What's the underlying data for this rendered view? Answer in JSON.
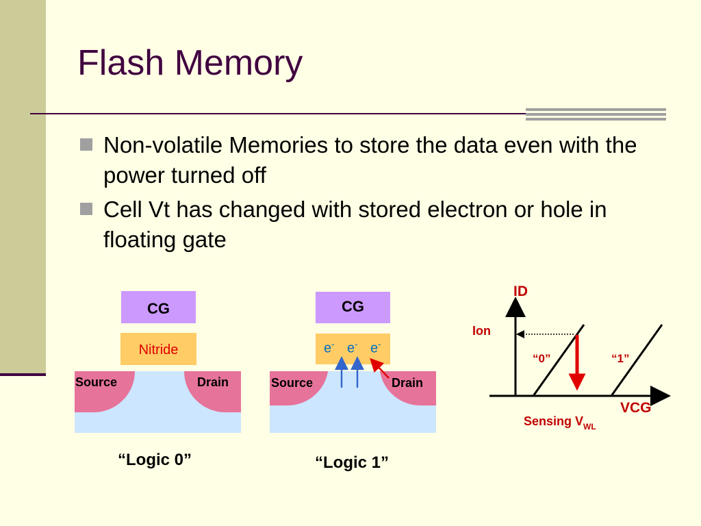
{
  "slide": {
    "title": "Flash Memory",
    "bullets": [
      "Non-volatile Memories to store the data even with the power turned off",
      "Cell Vt has changed with stored electron or hole in floating gate"
    ]
  },
  "cell_logic0": {
    "cg_label": "CG",
    "floating_label": "Nitride",
    "source_label": "Source",
    "drain_label": "Drain",
    "caption": "“Logic 0”"
  },
  "cell_logic1": {
    "cg_label": "CG",
    "electron_label": "e",
    "electron_sup": "-",
    "source_label": "Source",
    "drain_label": "Drain",
    "caption": "“Logic 1”"
  },
  "iv_graph": {
    "y_axis_label": "ID",
    "ion_label": "Ion",
    "curve0_label": "“0”",
    "curve1_label": "“1”",
    "x_axis_label": "VCG",
    "sensing_label": "Sensing V",
    "sensing_sub": "WL"
  },
  "colors": {
    "background": "#ffffe5",
    "accent_dark": "#400040",
    "sidebar": "#cccc99",
    "graph_label": "#c00000",
    "sensing_arrow": "#e00000",
    "electron": "#0070c0"
  }
}
